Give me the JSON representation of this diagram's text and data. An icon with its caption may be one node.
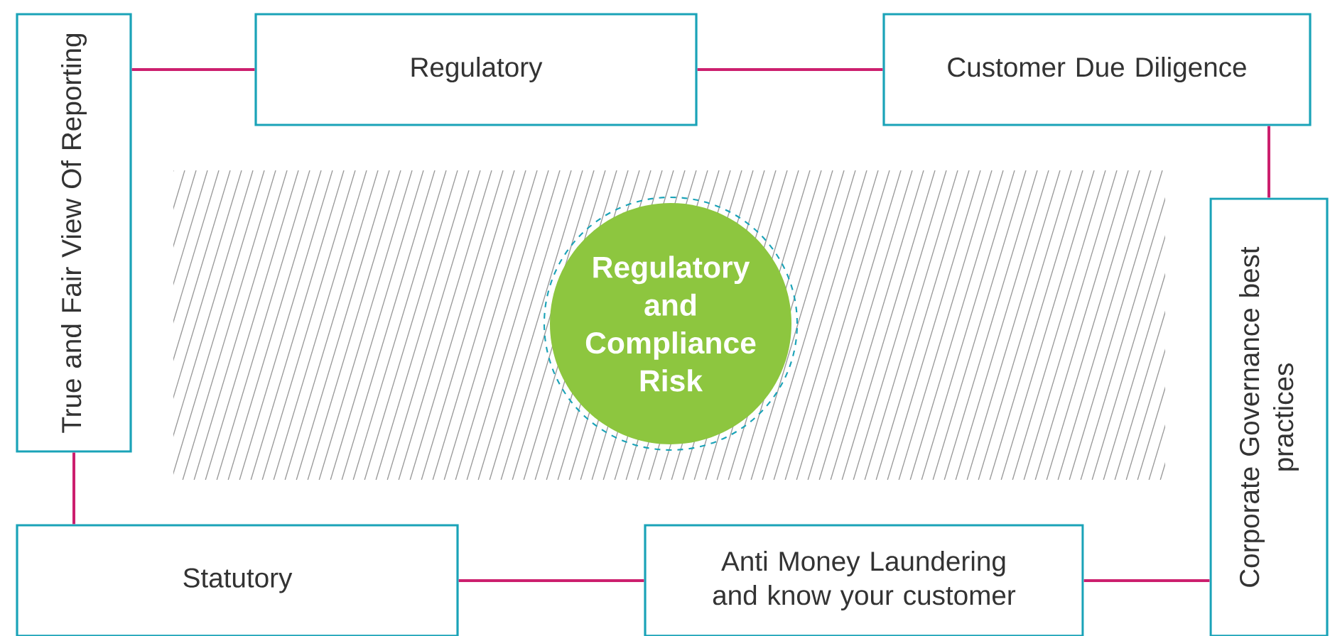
{
  "diagram": {
    "nodes": [
      {
        "text": [
          "True and Fair View Of Reporting"
        ]
      },
      {
        "text": [
          "Regulatory"
        ]
      },
      {
        "text": [
          "Customer Due Diligence"
        ]
      },
      {
        "text": [
          "Corporate Governance best practices"
        ]
      },
      {
        "text": [
          "Statutory"
        ]
      },
      {
        "text": [
          "Anti Money Laundering and know your customer"
        ]
      },
      {
        "text": [
          "Regulatory and Compliance Risk"
        ]
      }
    ],
    "edges": [
      {
        "from": 0,
        "to": 1,
        "arrow": "none"
      },
      {
        "from": 1,
        "to": 2,
        "arrow": "none"
      },
      {
        "from": 2,
        "to": 3,
        "arrow": "none"
      },
      {
        "from": 0,
        "to": 4,
        "arrow": "none"
      },
      {
        "from": 4,
        "to": 5,
        "arrow": "none"
      },
      {
        "from": 5,
        "to": 3,
        "arrow": "none"
      }
    ]
  }
}
